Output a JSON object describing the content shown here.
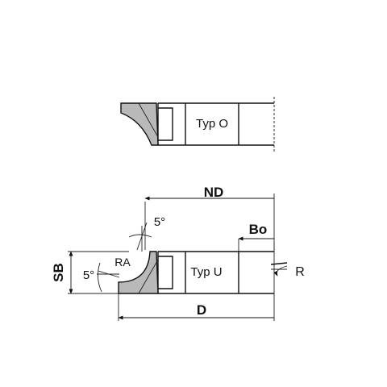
{
  "tool_upper": {
    "type_label": "Typ O"
  },
  "tool_lower": {
    "type_label": "Typ U"
  },
  "dimensions": {
    "nd": "ND",
    "bo": "Bo",
    "d": "D",
    "sb": "SB",
    "ra": "RA",
    "angle_top": "5°",
    "angle_left": "5°",
    "rotation": "R"
  }
}
